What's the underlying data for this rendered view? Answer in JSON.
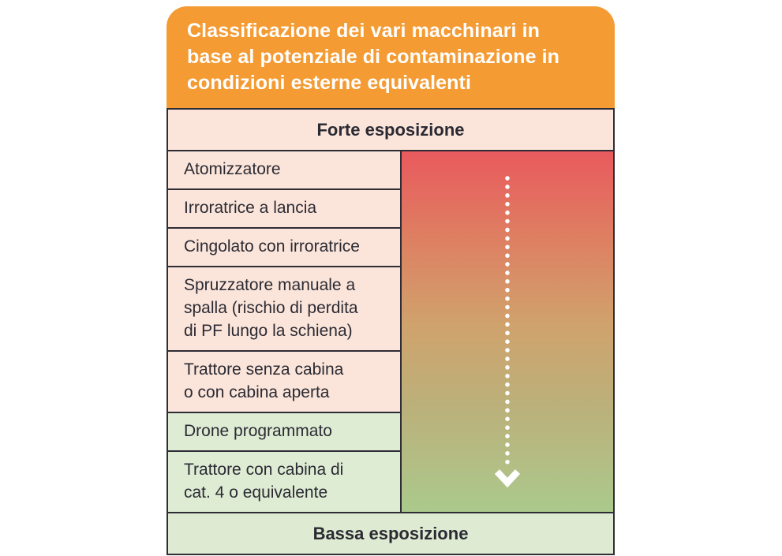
{
  "header": {
    "title": "Classificazione dei vari macchinari in\nbase al potenziale di contaminazione in\ncondizioni esterne equivalenti"
  },
  "scale": {
    "top_label": "Forte esposizione",
    "bottom_label": "Bassa esposizione",
    "arrow": "dotted-white-arrow-down"
  },
  "machines": [
    {
      "label": "Atomizzatore",
      "exposure": "high"
    },
    {
      "label": "Irroratrice a lancia",
      "exposure": "high"
    },
    {
      "label": "Cingolato con irroratrice",
      "exposure": "high"
    },
    {
      "label": "Spruzzatore manuale a\nspalla (rischio di perdita\ndi PF lungo la schiena)",
      "exposure": "high"
    },
    {
      "label": "Trattore senza cabina\no con cabina aperta",
      "exposure": "high"
    },
    {
      "label": "Drone programmato",
      "exposure": "low"
    },
    {
      "label": "Trattore con cabina di\ncat. 4 o equivalente",
      "exposure": "low"
    }
  ],
  "colors": {
    "header_bg": "#F49B33",
    "title_text": "#FFFFFF",
    "high_exposure_bg": "#FBE5DA",
    "low_exposure_bg": "#DFECD4",
    "bottom_band_bg": "#DEEBD2",
    "gradient_top": "#E95A5E",
    "gradient_middle": "#D0A26C",
    "gradient_bottom": "#ABC98C",
    "border": "#2E2D35",
    "text": "#2B2A33",
    "arrow_color": "#FFFFFF"
  }
}
